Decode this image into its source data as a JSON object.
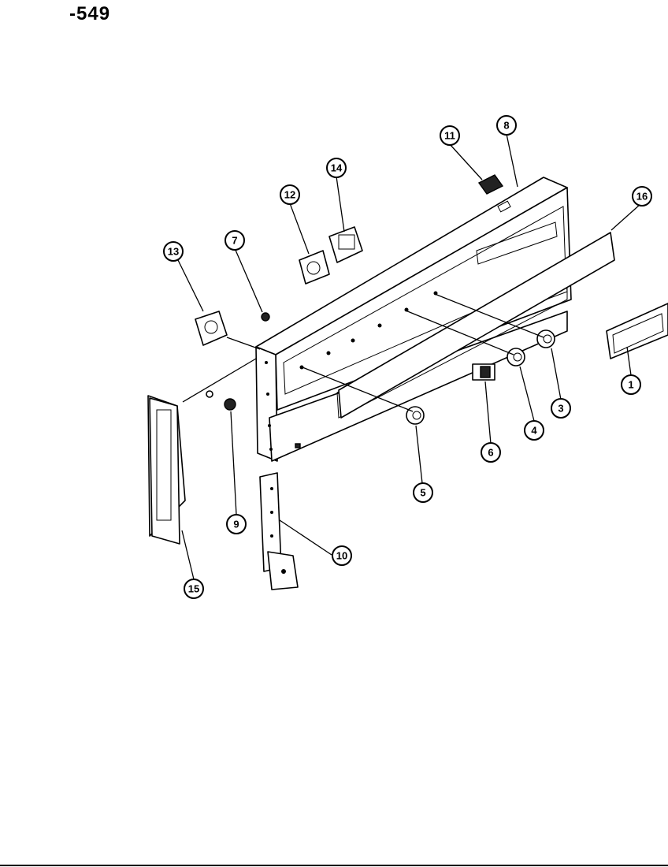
{
  "header": {
    "title": "-549"
  },
  "callouts": [
    {
      "label": "1"
    },
    {
      "label": "3"
    },
    {
      "label": "4"
    },
    {
      "label": "5"
    },
    {
      "label": "6"
    },
    {
      "label": "7"
    },
    {
      "label": "8"
    },
    {
      "label": "9"
    },
    {
      "label": "10"
    },
    {
      "label": "11"
    },
    {
      "label": "12"
    },
    {
      "label": "13"
    },
    {
      "label": "14"
    },
    {
      "label": "15"
    },
    {
      "label": "16"
    }
  ],
  "colors": {
    "ink": "#000000",
    "paper": "#ffffff"
  }
}
